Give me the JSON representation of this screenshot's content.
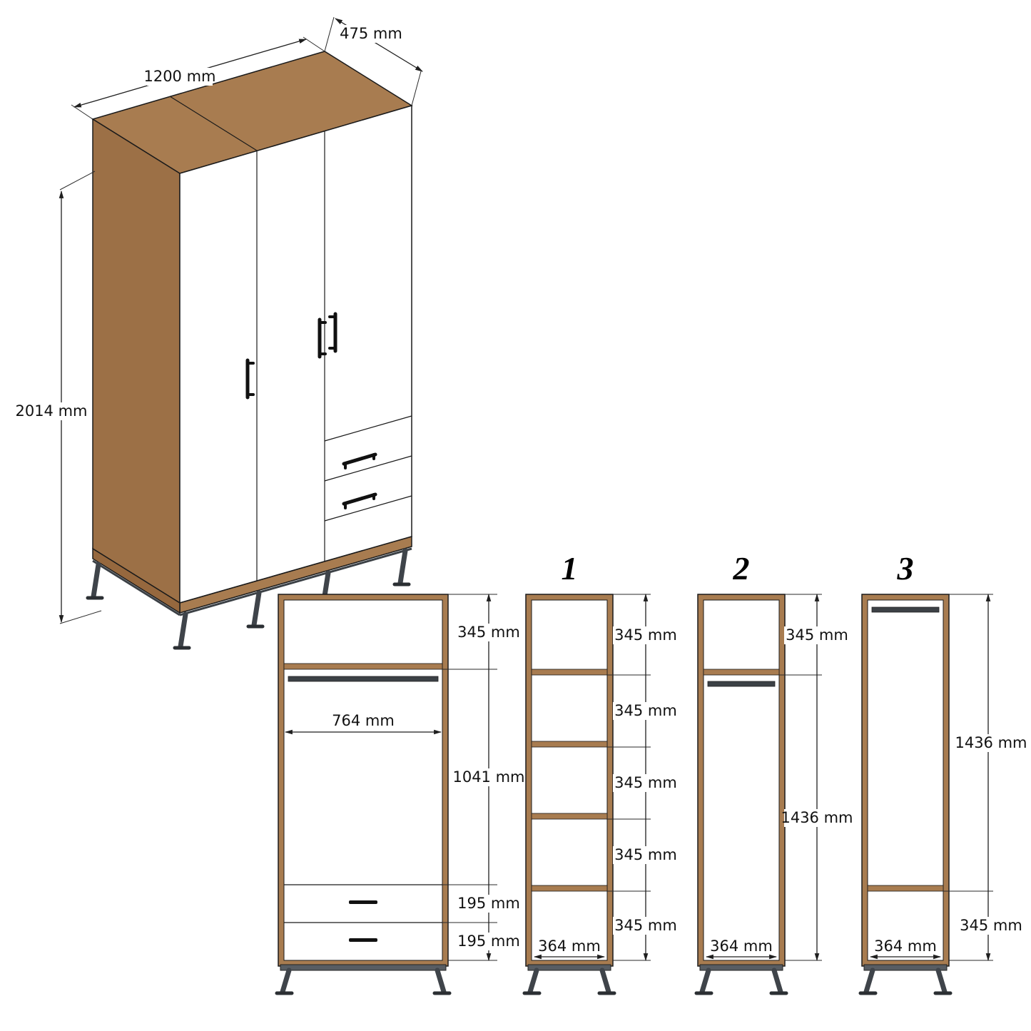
{
  "colors": {
    "walnut": "#a87c50",
    "walnut_dark": "#96683e",
    "metal": "#4a5056",
    "rod": "#3c4146",
    "line": "#1a1a1a",
    "background": "#ffffff"
  },
  "iso": {
    "width": "1200 mm",
    "depth": "475 mm",
    "height": "2014 mm"
  },
  "front_view": {
    "top_section": "345 mm",
    "rod_width": "764 mm",
    "hanging_section": "1041 mm",
    "drawer_top": "195 mm",
    "drawer_bottom": "195 mm"
  },
  "column1": {
    "label": "1",
    "sections": [
      "345 mm",
      "345 mm",
      "345 mm",
      "345 mm",
      "345 mm"
    ],
    "width": "364 mm"
  },
  "column2": {
    "label": "2",
    "top_section": "345 mm",
    "hanging_section": "1436 mm",
    "width": "364 mm"
  },
  "column3": {
    "label": "3",
    "hanging_section": "1436 mm",
    "bottom_section": "345 mm",
    "width": "364 mm"
  }
}
